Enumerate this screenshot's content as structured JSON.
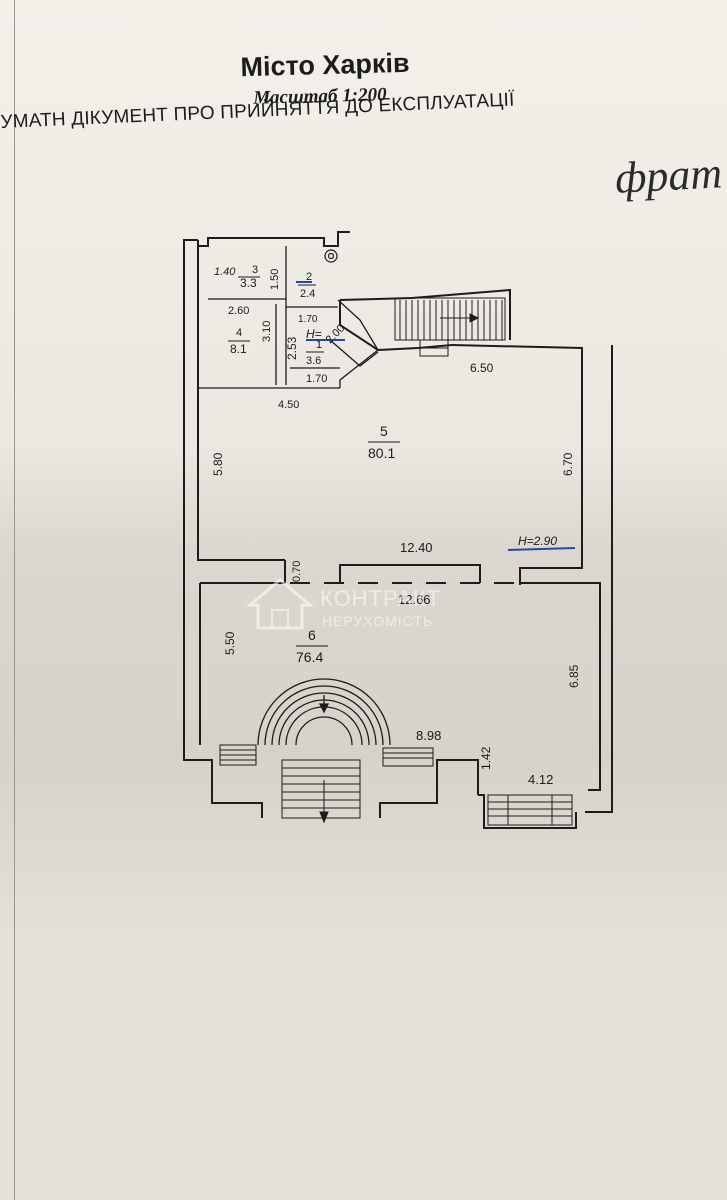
{
  "header": {
    "city_title": "Місто Харків",
    "scale_label": "Масштаб 1:200",
    "document_title": "УМАТН ДІКУМЕНТ ПРО ПРИЙНЯТТЯ ДО ЕКСПЛУАТАЦІЇ",
    "handwritten_note": "фрат"
  },
  "watermark": {
    "line1": "КОНТРАКТ",
    "line2": "НЕРУХОМІСТЬ"
  },
  "rooms": [
    {
      "number": "3",
      "area": "3.3"
    },
    {
      "number": "2",
      "area": "2.4"
    },
    {
      "number": "4",
      "area": "8.1"
    },
    {
      "number": "1",
      "area": "3.6"
    },
    {
      "number": "5",
      "area": "80.1"
    },
    {
      "number": "6",
      "area": "76.4"
    }
  ],
  "dimensions": {
    "d_1_40": "1.40",
    "d_1_50": "1.50",
    "d_2_60": "2.60",
    "d_3_10": "3.10",
    "d_1_70a": "1.70",
    "d_2_53": "2.53",
    "d_2_00": "2.00",
    "d_1_70b": "1.70",
    "d_4_50": "4.50",
    "d_6_50": "6.50",
    "d_5_80": "5.80",
    "d_6_70": "6.70",
    "d_12_40": "12.40",
    "d_0_70": "0.70",
    "d_12_66": "12.66",
    "d_5_50": "5.50",
    "d_6_85": "6.85",
    "d_8_98": "8.98",
    "d_1_42": "1.42",
    "d_4_12": "4.12"
  },
  "height_marks": {
    "main": "H=2.90",
    "small": "H="
  },
  "colors": {
    "ink": "#1c1c1c",
    "blue_ink": "#2a45a8",
    "paper": "#ece8e1"
  }
}
